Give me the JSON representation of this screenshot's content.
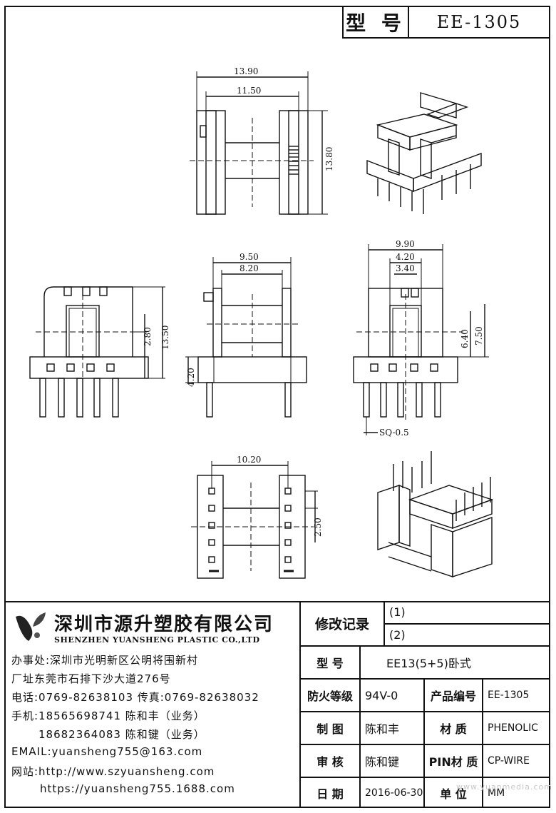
{
  "title_block": {
    "label": "型 号",
    "model": "EE-1305"
  },
  "dims": {
    "d1": "13.90",
    "d2": "11.50",
    "d3": "13.80",
    "d4": "9.50",
    "d5": "8.20",
    "d6": "4.20",
    "d7": "2.80",
    "d8": "13.50",
    "d9": "9.90",
    "d10": "4.20",
    "d11": "3.40",
    "d12": "6.40",
    "d13": "7.50",
    "d14": "SQ-0.5",
    "d15": "10.20",
    "d16": "2.50"
  },
  "company": {
    "name_cn": "深圳市源升塑胶有限公司",
    "name_en": "SHENZHEN YUANSHENG PLASTIC CO.,LTD",
    "office": "办事处:深圳市光明新区公明将围新村",
    "factory": "厂址东莞市石排下沙大道276号",
    "phone": "电话:0769-82638103 传真:0769-82638032",
    "mobile1": "手机:18565698741 陈和丰（业务）",
    "mobile2": "18682364083 陈和键（业务）",
    "email": "EMAIL:yuansheng755@163.com",
    "web1": "网站:http://www.szyuansheng.com",
    "web2": "https://yuansheng755.1688.com"
  },
  "spec": {
    "rev_label": "修改记录",
    "rev1": "(1)",
    "rev2": "(2)",
    "model_label": "型 号",
    "model_value": "EE13(5+5)卧式",
    "fire_label": "防火等级",
    "fire_value": "94V-0",
    "code_label": "产品编号",
    "code_value": "EE-1305",
    "drawn_label": "制 图",
    "drawn_value": "陈和丰",
    "material_label": "材 质",
    "material_value": "PHENOLIC",
    "check_label": "审 核",
    "check_value": "陈和键",
    "pin_label": "PIN材 质",
    "pin_value": "CP-WIRE",
    "date_label": "日 期",
    "date_value": "2016-06-30",
    "unit_label": "单 位",
    "unit_value": "MM"
  },
  "watermark": "www.yuanmedia.com"
}
